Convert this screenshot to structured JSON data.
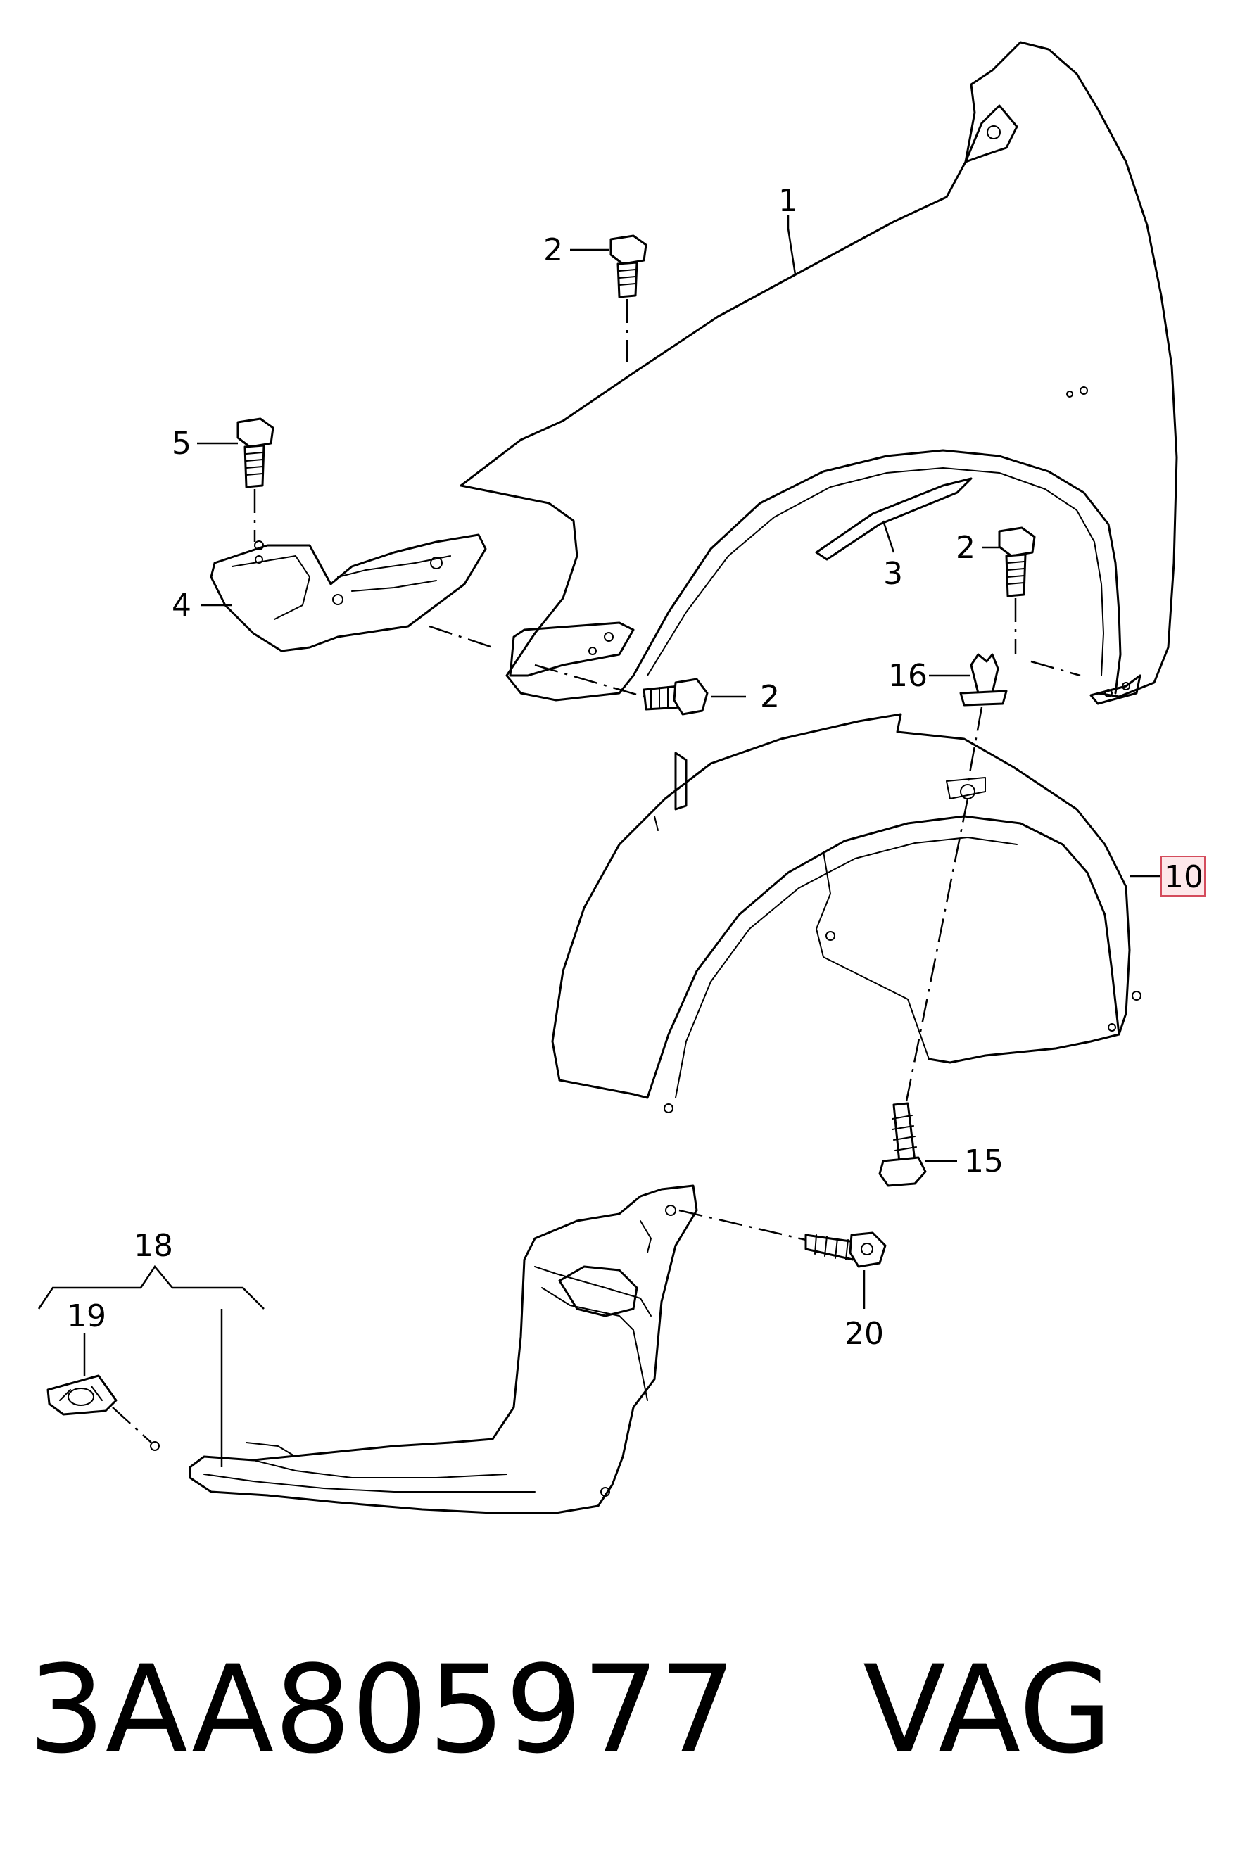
{
  "callouts": {
    "c1": "1",
    "c2a": "2",
    "c2b": "2",
    "c2c": "2",
    "c3": "3",
    "c4": "4",
    "c5": "5",
    "c10": "10",
    "c15": "15",
    "c16": "16",
    "c18": "18",
    "c19": "19",
    "c20": "20"
  },
  "caption": {
    "part_number": "3AA805977",
    "brand": "VAG"
  },
  "highlight": {
    "fill": "#fde8ea",
    "stroke": "#d44c5c"
  }
}
